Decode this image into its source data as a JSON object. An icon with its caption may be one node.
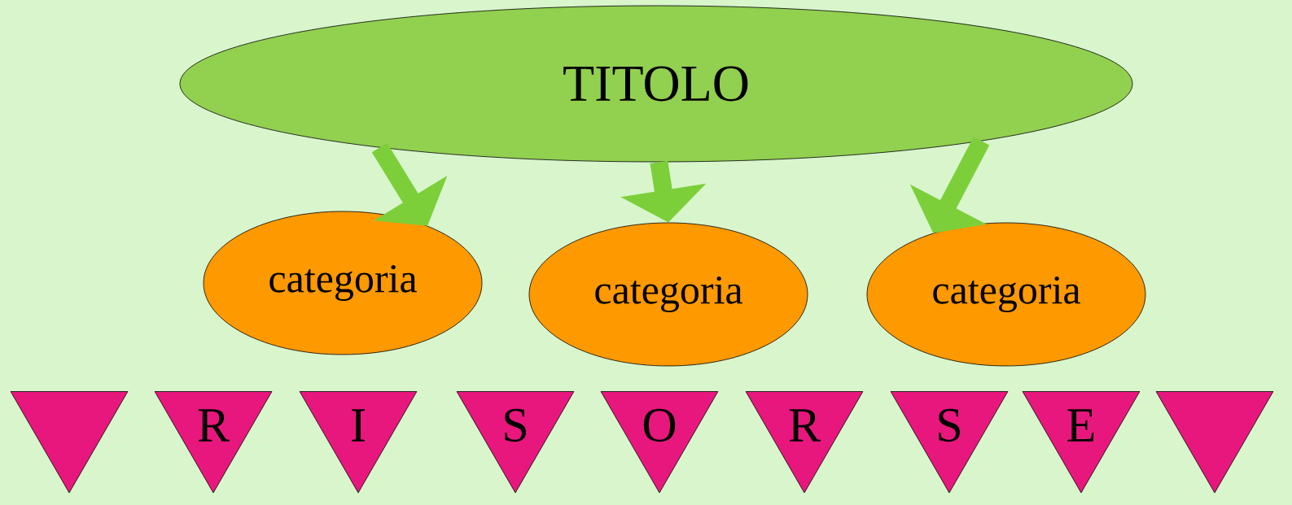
{
  "diagram": {
    "nodes": [
      {
        "text": [
          "TITOLO"
        ]
      },
      {
        "text": [
          "categoria"
        ]
      },
      {
        "text": [
          "categoria"
        ]
      },
      {
        "text": [
          "categoria"
        ]
      },
      {
        "text": [],
        "shape": "triangle"
      },
      {
        "text": [
          "R"
        ]
      },
      {
        "text": [
          "I"
        ]
      },
      {
        "text": [
          "S"
        ]
      },
      {
        "text": [
          "O"
        ]
      },
      {
        "text": [
          "R"
        ]
      },
      {
        "text": [
          "S"
        ]
      },
      {
        "text": [
          "E"
        ]
      },
      {
        "text": [],
        "shape": "triangle"
      }
    ],
    "edges": [
      {
        "from": 0,
        "to": 1,
        "arrow": "to"
      },
      {
        "from": 0,
        "to": 2,
        "arrow": "to"
      },
      {
        "from": 0,
        "to": 3,
        "arrow": "to"
      }
    ]
  }
}
